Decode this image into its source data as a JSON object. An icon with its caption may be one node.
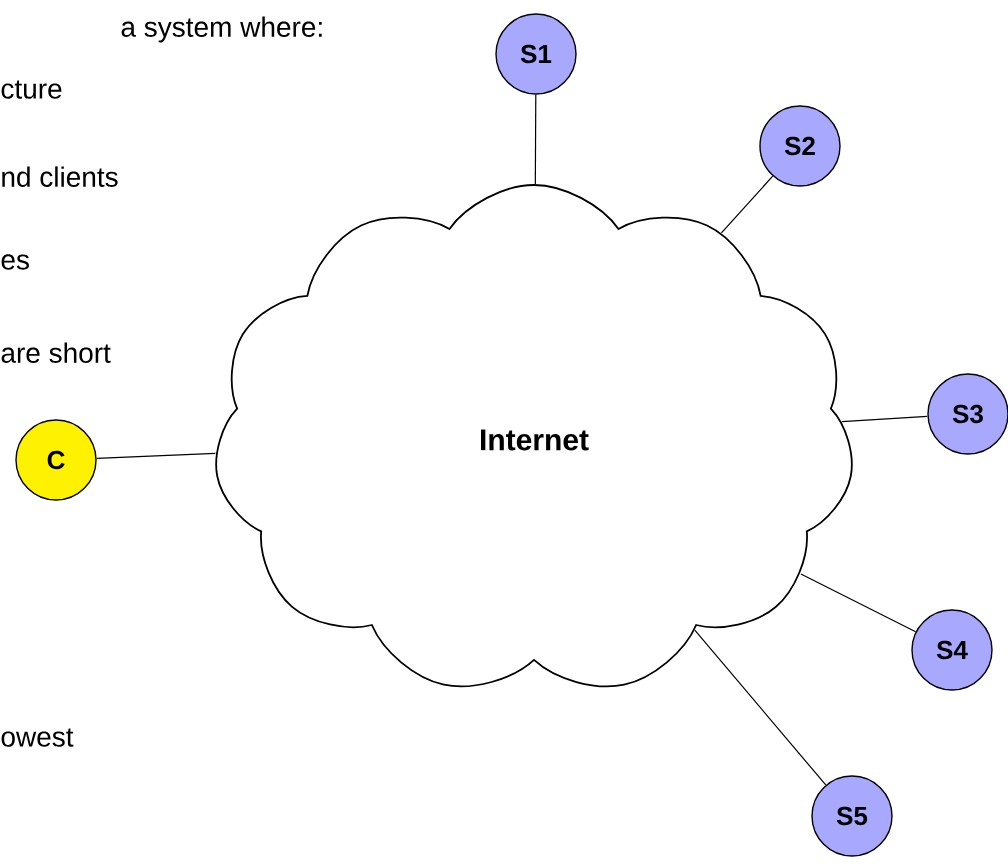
{
  "diagram": {
    "nodes": [
      {
        "text": [
          "Internet"
        ]
      },
      {
        "text": [
          "C"
        ]
      },
      {
        "text": [
          "S1"
        ]
      },
      {
        "text": [
          "S2"
        ]
      },
      {
        "text": [
          "S3"
        ]
      },
      {
        "text": [
          "S4"
        ]
      },
      {
        "text": [
          "S5"
        ]
      }
    ],
    "edges": [
      {
        "from": 1,
        "to": 0,
        "arrow": "none"
      },
      {
        "from": 2,
        "to": 0,
        "arrow": "none"
      },
      {
        "from": 3,
        "to": 0,
        "arrow": "none"
      },
      {
        "from": 4,
        "to": 0,
        "arrow": "none"
      },
      {
        "from": 5,
        "to": 0,
        "arrow": "none"
      },
      {
        "from": 6,
        "to": 0,
        "arrow": "none"
      }
    ],
    "labels": [
      "a system where:",
      "cture",
      "nd clients",
      "es",
      "are short",
      "owest"
    ]
  }
}
